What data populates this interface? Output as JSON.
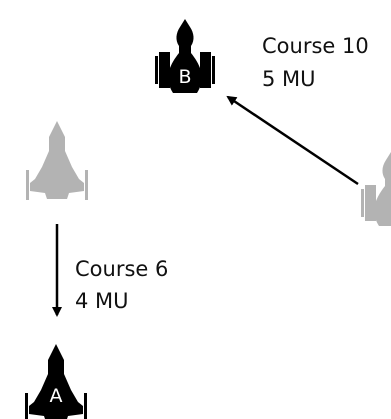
{
  "colors": {
    "ship_current": "#000000",
    "ship_previous": "#b3b3b3",
    "ship_letter": "#ffffff",
    "arrow": "#000000",
    "label_text": "#111111",
    "background": "#ffffff"
  },
  "ships": {
    "a": {
      "letter": "A",
      "icon": "fighter-ship-icon"
    },
    "b": {
      "letter": "B",
      "icon": "bulb-ship-icon"
    }
  },
  "moves": {
    "a": {
      "course": "Course 6",
      "distance": "4 MU"
    },
    "b": {
      "course": "Course 10",
      "distance": "5 MU"
    }
  }
}
